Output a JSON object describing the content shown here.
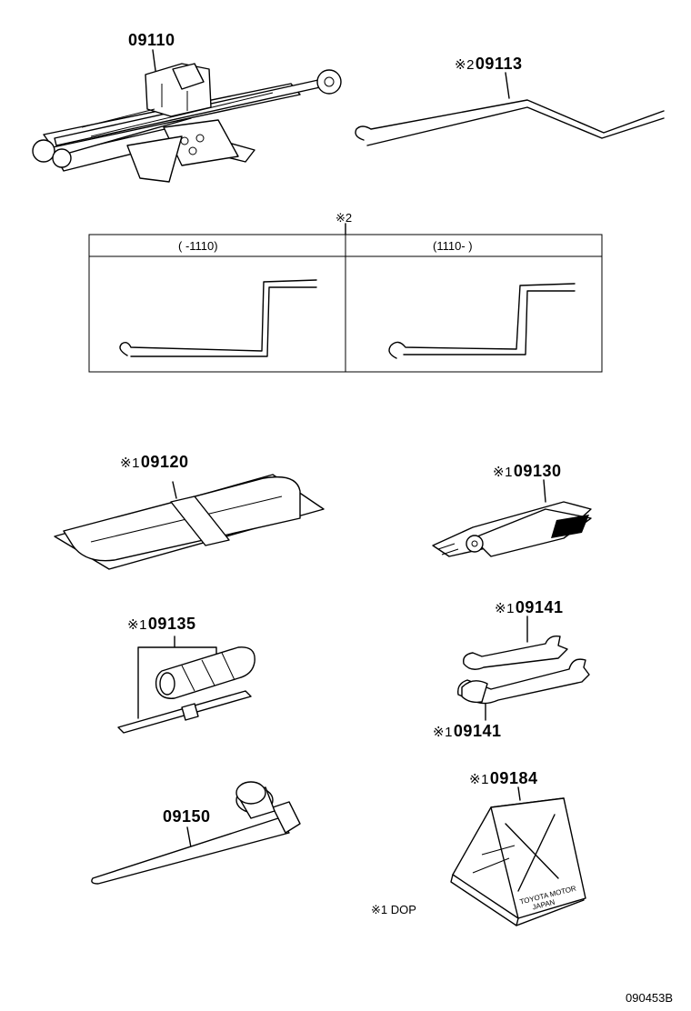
{
  "parts": {
    "jack": {
      "number": "09110",
      "mark": ""
    },
    "jack_handle": {
      "number": "09113",
      "mark": "※2"
    },
    "tool_bag": {
      "number": "09120",
      "mark": "※1"
    },
    "pliers": {
      "number": "09130",
      "mark": "※1"
    },
    "screwdriver": {
      "number": "09135",
      "mark": "※1"
    },
    "wrench_upper": {
      "number": "09141",
      "mark": "※1"
    },
    "wrench_lower": {
      "number": "09141",
      "mark": "※1"
    },
    "lug_wrench": {
      "number": "09150",
      "mark": ""
    },
    "wheel_chock": {
      "number": "09184",
      "mark": "※1"
    }
  },
  "variant_table": {
    "marker": "※2",
    "left_header": "(      -1110)",
    "right_header": "(1110-      )"
  },
  "note": "※1   DOP",
  "chock_text": {
    "brand": "TOYOTA MOTOR",
    "country": "JAPAN"
  },
  "diagram_code": "090453B"
}
